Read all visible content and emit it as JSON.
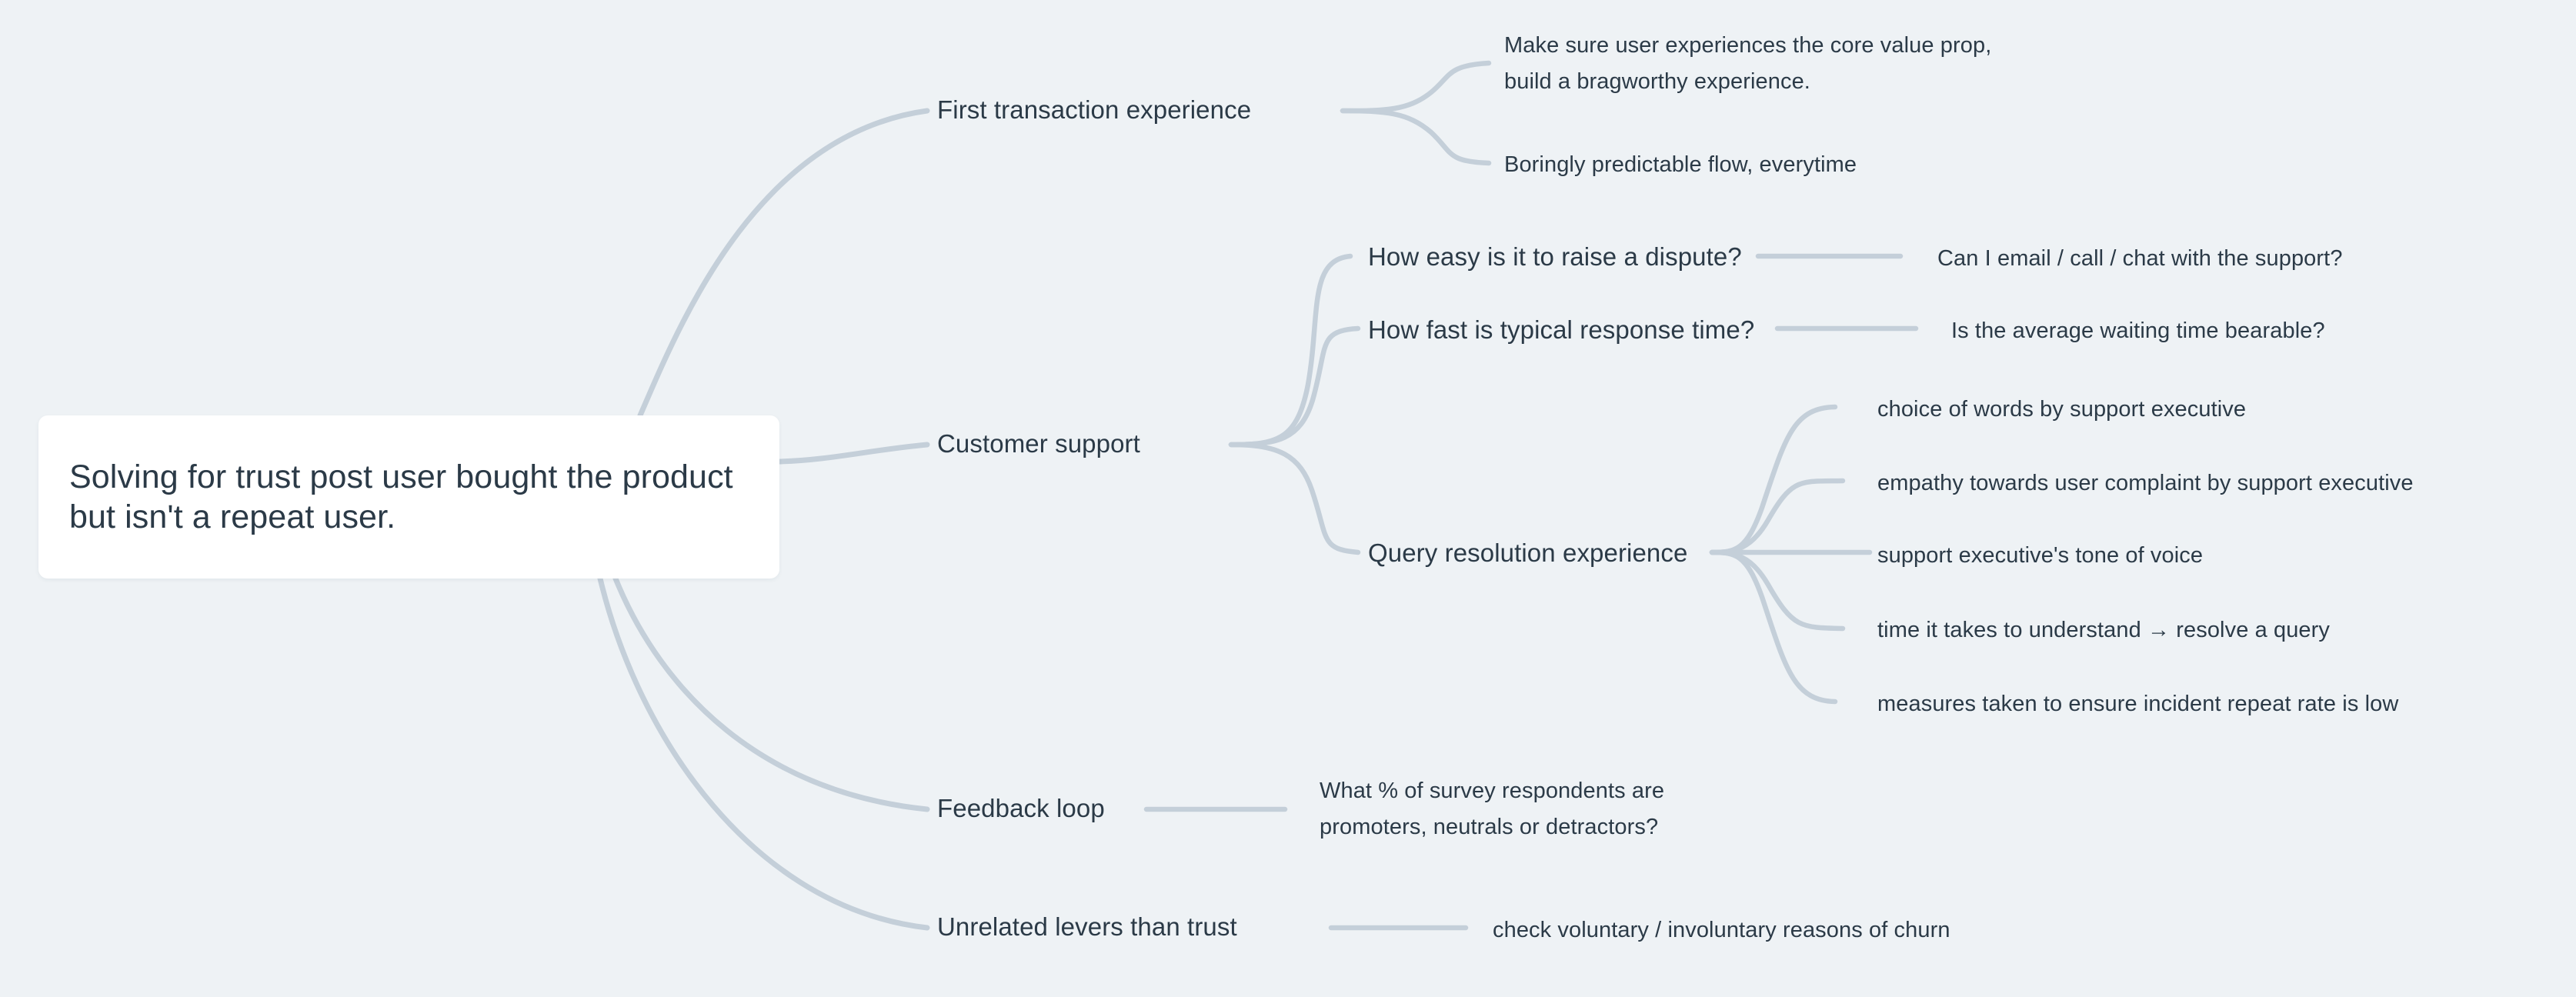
{
  "theme": {
    "background": "#eef2f5",
    "card_background": "#ffffff",
    "text_color": "#2b3a47",
    "connector_color": "#c4cfd9"
  },
  "root": {
    "text": "Solving for trust post user bought the\nproduct but isn't a repeat user."
  },
  "branches": [
    {
      "label": "First transaction experience",
      "children": [
        {
          "label": "Make sure user experiences the core value prop,\nbuild a bragworthy experience."
        },
        {
          "label": "Boringly predictable flow, everytime"
        }
      ]
    },
    {
      "label": "Customer support",
      "children": [
        {
          "label": "How easy is it to raise a dispute?",
          "children": [
            {
              "label": "Can I email / call / chat with the support?"
            }
          ]
        },
        {
          "label": "How fast is typical response time?",
          "children": [
            {
              "label": "Is the average waiting time bearable?"
            }
          ]
        },
        {
          "label": "Query resolution experience",
          "children": [
            {
              "label": "choice of words by support executive"
            },
            {
              "label": "empathy towards user complaint by support executive"
            },
            {
              "label": "support executive's tone of voice"
            },
            {
              "label": "time it takes to understand → resolve a query"
            },
            {
              "label": "measures taken to ensure incident repeat rate is low"
            }
          ]
        }
      ]
    },
    {
      "label": "Feedback loop",
      "children": [
        {
          "label": "What % of survey respondents are\npromoters, neutrals or detractors?"
        }
      ]
    },
    {
      "label": "Unrelated levers than trust",
      "children": [
        {
          "label": "check voluntary / involuntary reasons of churn"
        }
      ]
    }
  ]
}
